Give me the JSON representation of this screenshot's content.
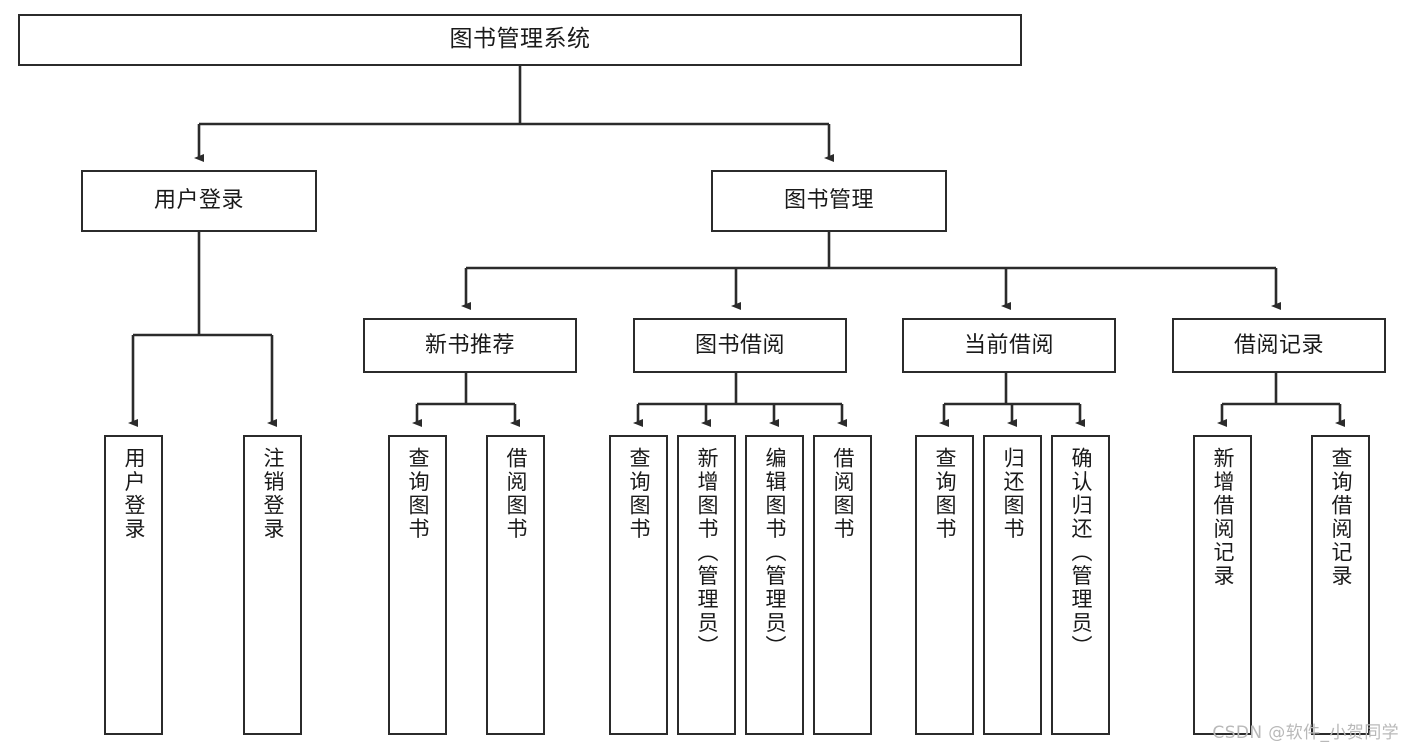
{
  "diagram": {
    "title": "图书管理系统",
    "type": "tree-hierarchy-chart",
    "watermark": "CSDN @软件_小贺同学",
    "colors": {
      "stroke": "#2b2b2b",
      "fill": "#ffffff",
      "text": "#1a1a1a",
      "watermark": "#b9b9b9"
    },
    "nodes": {
      "root": {
        "label": "图书管理系统"
      },
      "level1": [
        {
          "label": "用户登录"
        },
        {
          "label": "图书管理"
        }
      ],
      "level2": [
        {
          "label": "新书推荐"
        },
        {
          "label": "图书借阅"
        },
        {
          "label": "当前借阅"
        },
        {
          "label": "借阅记录"
        }
      ],
      "leaves": {
        "user_login": [
          {
            "label": "用户登录"
          },
          {
            "label": "注销登录"
          }
        ],
        "new_book_recommend": [
          {
            "label": "查询图书"
          },
          {
            "label": "借阅图书"
          }
        ],
        "book_borrow": [
          {
            "label": "查询图书"
          },
          {
            "label": "新增图书（管理员）"
          },
          {
            "label": "编辑图书（管理员）"
          },
          {
            "label": "借阅图书"
          }
        ],
        "current_borrow": [
          {
            "label": "查询图书"
          },
          {
            "label": "归还图书"
          },
          {
            "label": "确认归还（管理员）"
          }
        ],
        "borrow_record": [
          {
            "label": "新增借阅记录"
          },
          {
            "label": "查询借阅记录"
          }
        ]
      }
    }
  }
}
